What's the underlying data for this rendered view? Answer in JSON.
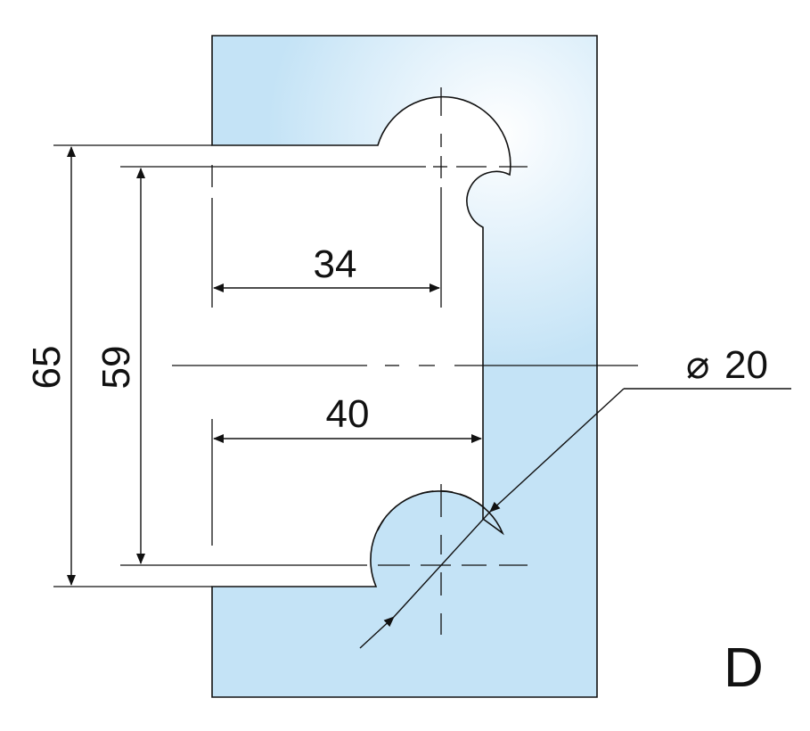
{
  "dimensions": {
    "overall_height": "65",
    "center_spacing": "59",
    "upper_offset": "34",
    "lower_offset": "40",
    "diameter_symbol": "⌀",
    "diameter_value": "20"
  },
  "view_label": "D",
  "colors": {
    "plate_light": "#ffffff",
    "plate_blue": "#c4e3f6",
    "line": "#111111"
  }
}
